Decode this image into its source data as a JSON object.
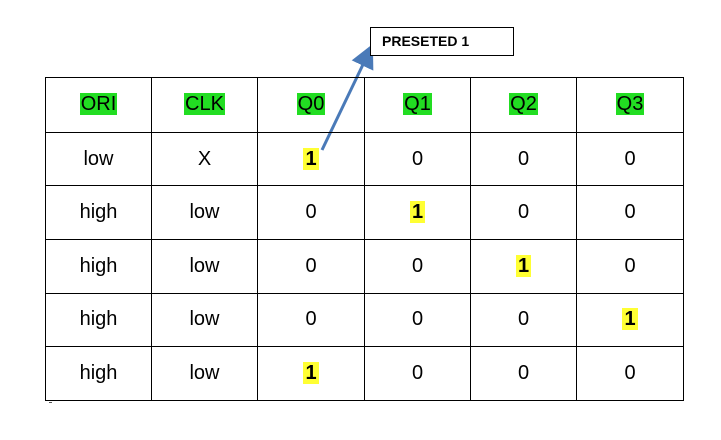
{
  "callout": {
    "text": "PRESETED 1"
  },
  "table": {
    "headers": [
      "ORI",
      "CLK",
      "Q0",
      "Q1",
      "Q2",
      "Q3"
    ],
    "rows": [
      [
        "low",
        "X",
        "1",
        "0",
        "0",
        "0"
      ],
      [
        "high",
        "low",
        "0",
        "1",
        "0",
        "0"
      ],
      [
        "high",
        "low",
        "0",
        "0",
        "1",
        "0"
      ],
      [
        "high",
        "low",
        "0",
        "0",
        "0",
        "1"
      ],
      [
        "high",
        "low",
        "1",
        "0",
        "0",
        "0"
      ]
    ],
    "highlights": [
      [
        0,
        2
      ],
      [
        1,
        3
      ],
      [
        2,
        4
      ],
      [
        3,
        5
      ],
      [
        4,
        2
      ]
    ]
  },
  "colors": {
    "header_highlight": "#22dd22",
    "cell_highlight": "#ffff33",
    "arrow": "#4a7ab8"
  }
}
